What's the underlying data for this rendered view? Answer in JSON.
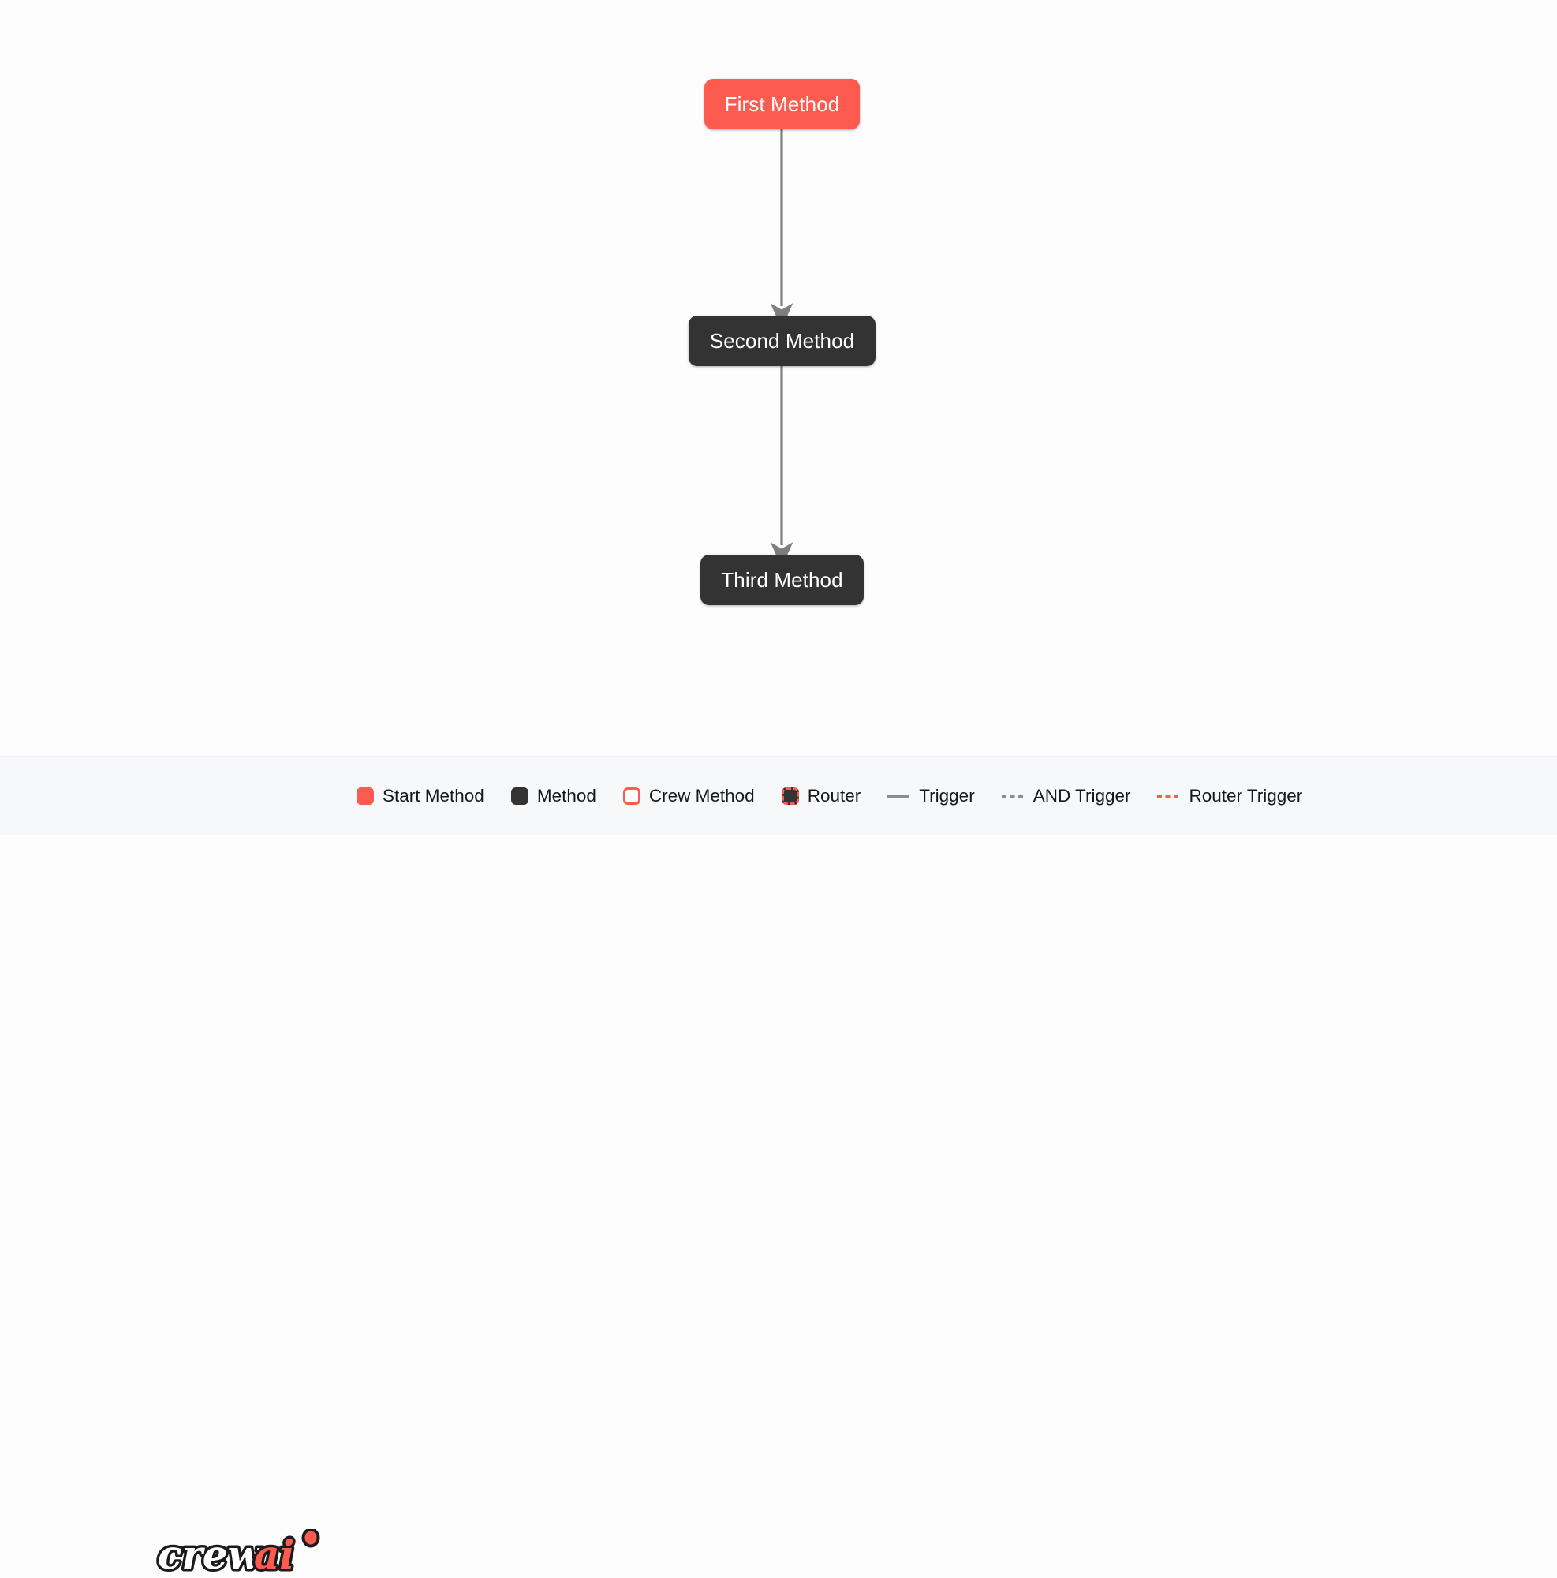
{
  "diagram": {
    "type": "crewai-flow-plot",
    "background_color": "#fdfdfd",
    "accent_color": "#fd5a50",
    "method_color": "#333333",
    "edge_color": "#7f7f7f",
    "nodes": [
      {
        "id": "first",
        "label": "First Method",
        "kind": "start-method",
        "color": "#fd5a50"
      },
      {
        "id": "second",
        "label": "Second Method",
        "kind": "method",
        "color": "#333333"
      },
      {
        "id": "third",
        "label": "Third Method",
        "kind": "method",
        "color": "#333333"
      }
    ],
    "edges": [
      {
        "from": "first",
        "to": "second",
        "kind": "trigger",
        "style": "solid",
        "color": "#7f7f7f"
      },
      {
        "from": "second",
        "to": "third",
        "kind": "trigger",
        "style": "solid",
        "color": "#7f7f7f"
      }
    ]
  },
  "legend": {
    "brand": {
      "name": "crewai",
      "part_light": "crew",
      "part_accent": "ai"
    },
    "items": [
      {
        "label": "Start Method",
        "marker": "swatch",
        "swatch": "swatch-start",
        "icon_name": "start-method-swatch-icon"
      },
      {
        "label": "Method",
        "marker": "swatch",
        "swatch": "swatch-method",
        "icon_name": "method-swatch-icon"
      },
      {
        "label": "Crew Method",
        "marker": "swatch",
        "swatch": "swatch-crew",
        "icon_name": "crew-method-swatch-icon"
      },
      {
        "label": "Router",
        "marker": "swatch",
        "swatch": "swatch-router",
        "icon_name": "router-swatch-icon"
      },
      {
        "label": "Trigger",
        "marker": "line",
        "swatch": "line-trigger",
        "icon_name": "trigger-line-icon"
      },
      {
        "label": "AND Trigger",
        "marker": "line",
        "swatch": "line-and-trigger",
        "icon_name": "and-trigger-line-icon"
      },
      {
        "label": "Router Trigger",
        "marker": "line",
        "swatch": "line-router-trigger",
        "icon_name": "router-trigger-line-icon"
      }
    ]
  }
}
